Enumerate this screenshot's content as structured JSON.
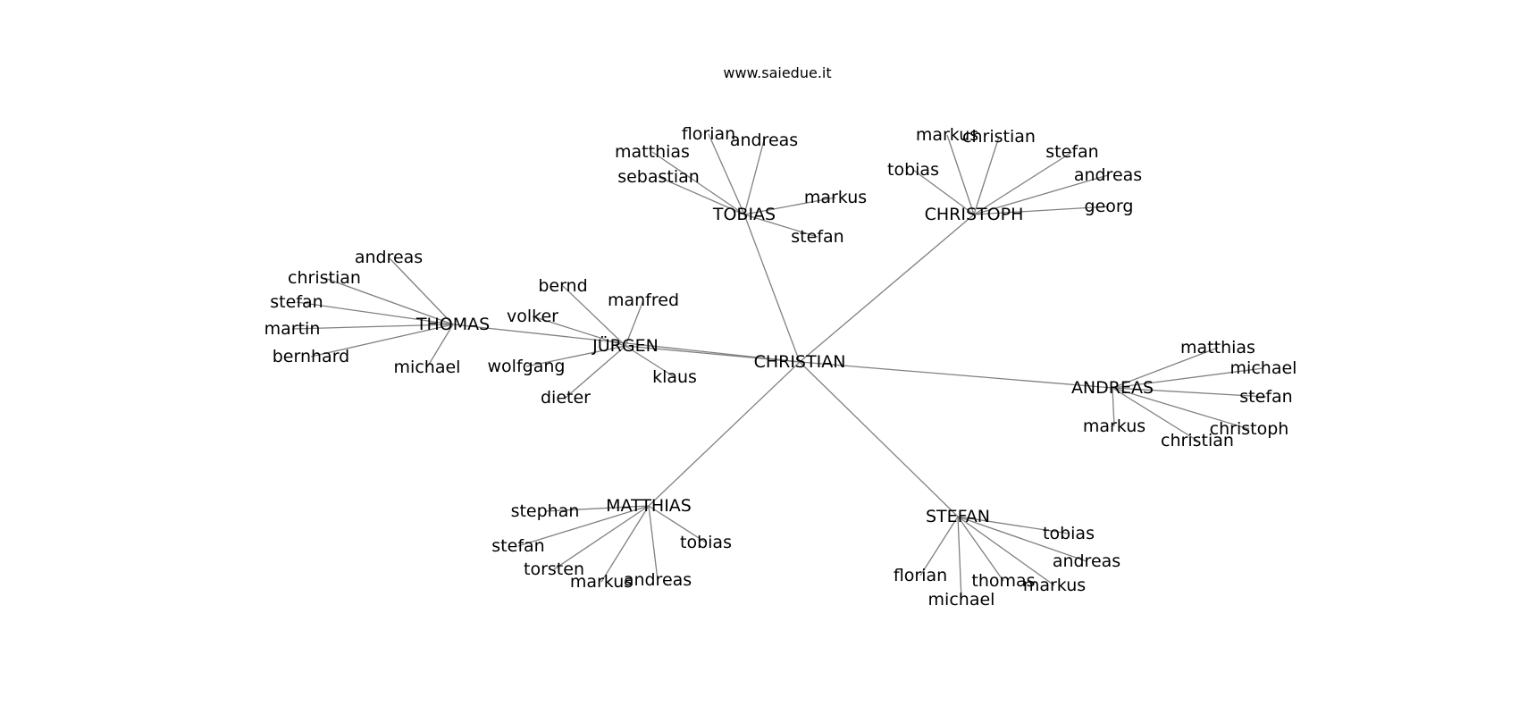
{
  "watermark": "www.saiedue.it",
  "edge_color": "#808080",
  "text_color": "#000000",
  "graph": {
    "center": "CHRISTIAN",
    "groups": [
      {
        "hub": "TOBIAS",
        "leaves": [
          "matthias",
          "florian",
          "andreas",
          "sebastian",
          "markus",
          "stefan"
        ]
      },
      {
        "hub": "CHRISTOPH",
        "leaves": [
          "markus",
          "christian",
          "stefan",
          "tobias",
          "andreas",
          "georg"
        ]
      },
      {
        "hub": "JÜRGEN",
        "leaves": [
          "bernd",
          "manfred",
          "volker",
          "wolfgang",
          "klaus",
          "dieter"
        ]
      },
      {
        "hub": "THOMAS",
        "leaves": [
          "andreas",
          "christian",
          "stefan",
          "martin",
          "bernhard",
          "michael"
        ]
      },
      {
        "hub": "ANDREAS",
        "leaves": [
          "matthias",
          "michael",
          "stefan",
          "markus",
          "christoph",
          "christian"
        ]
      },
      {
        "hub": "MATTHIAS",
        "leaves": [
          "stephan",
          "stefan",
          "torsten",
          "markus",
          "andreas",
          "tobias"
        ]
      },
      {
        "hub": "STEFAN",
        "leaves": [
          "tobias",
          "andreas",
          "florian",
          "thomas",
          "markus",
          "michael"
        ]
      }
    ]
  }
}
